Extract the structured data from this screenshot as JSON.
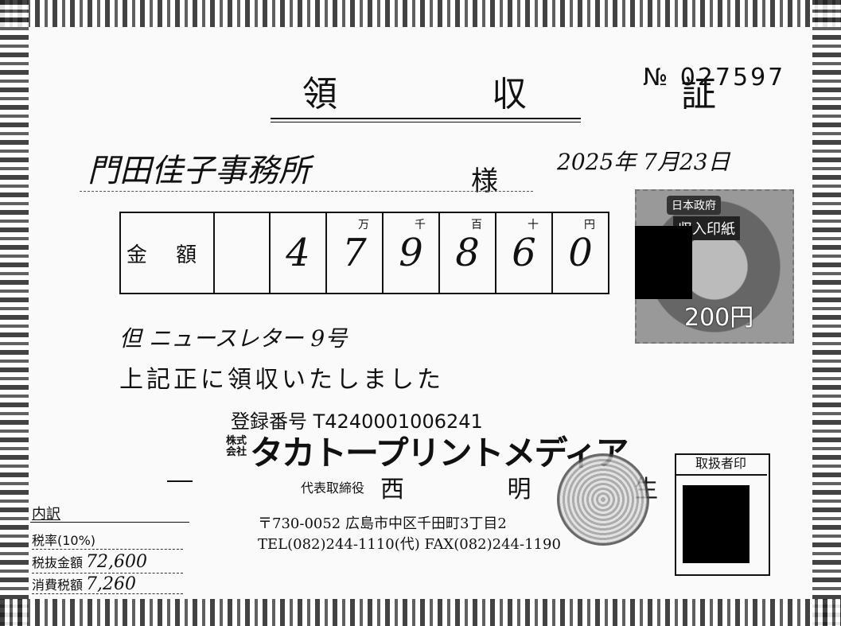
{
  "receipt": {
    "title": "領 収 証",
    "number": "№ 027597",
    "recipient": "門田佳子事務所",
    "honorific": "様",
    "date": "2025年 7月23日",
    "amount_label": "金 額",
    "amount_digits": [
      "",
      "4",
      "7",
      "9",
      "8",
      "6",
      "0"
    ],
    "amount_units": [
      "",
      "",
      "万",
      "千",
      "百",
      "十",
      "円"
    ],
    "proviso": "但 ニュースレター 9号",
    "statement": "上記正に領収いたしました",
    "registration": "登録番号 T4240001006241",
    "company_prefix_1": "株式",
    "company_prefix_2": "会社",
    "company_name": "タカトープリントメディア",
    "rep_title": "代表取締役",
    "rep_name": "西 明 生",
    "address": "〒730-0052 広島市中区千田町3丁目2",
    "tel": "TEL(082)244-1110(代) FAX(082)244-1190",
    "handler_label": "取扱者印"
  },
  "stamp": {
    "top_label": "日本政府",
    "name": "収入印紙",
    "value": "200円"
  },
  "breakdown": {
    "label": "内訳",
    "tax_rate": "税率(10%)",
    "pretax_label": "税抜金額",
    "pretax_value": "72,600",
    "tax_label": "消費税額",
    "tax_value": "7,260"
  }
}
